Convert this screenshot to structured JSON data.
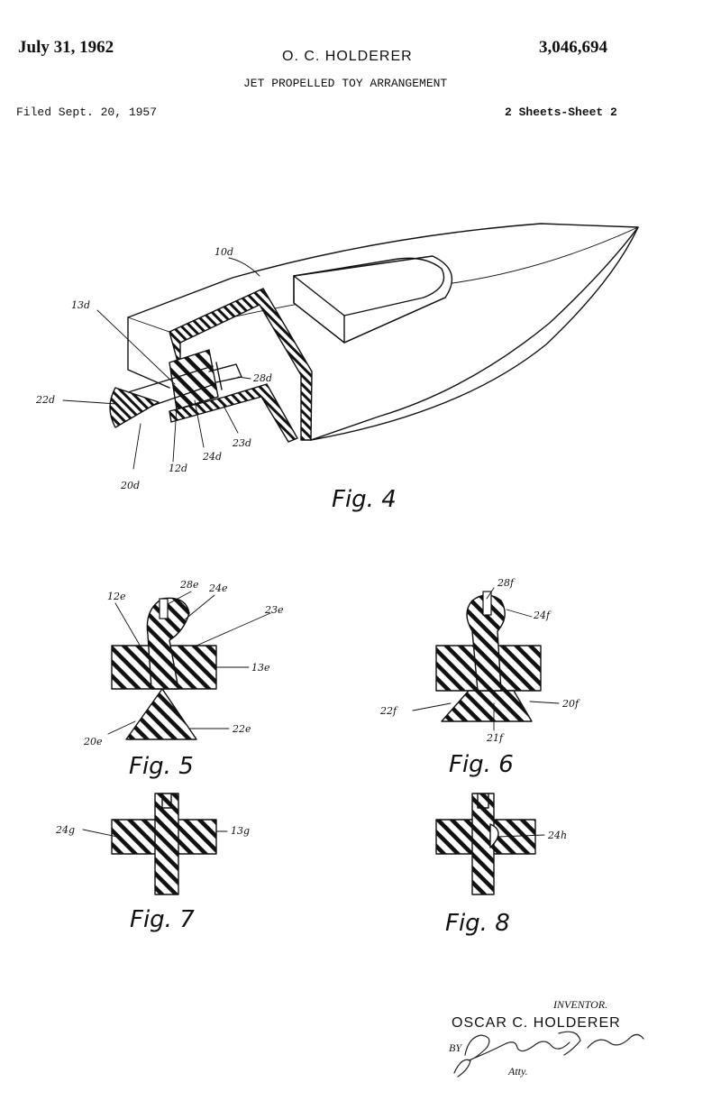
{
  "header": {
    "date": "July 31, 1962",
    "inventor_short": "O. C. HOLDERER",
    "patent_number": "3,046,694",
    "title": "JET PROPELLED TOY ARRANGEMENT",
    "filed": "Filed Sept. 20, 1957",
    "sheets": "2 Sheets-Sheet 2"
  },
  "figures": {
    "fig4": {
      "caption": "Fig. 4",
      "refs": {
        "r10d": "10d",
        "r13d": "13d",
        "r28d": "28d",
        "r22d": "22d",
        "r23d": "23d",
        "r24d": "24d",
        "r12d": "12d",
        "r20d": "20d"
      }
    },
    "fig5": {
      "caption": "Fig. 5",
      "refs": {
        "r28e": "28e",
        "r24e": "24e",
        "r23e": "23e",
        "r12e": "12e",
        "r13e": "13e",
        "r22e": "22e",
        "r20e": "20e"
      }
    },
    "fig6": {
      "caption": "Fig. 6",
      "refs": {
        "r28f": "28f",
        "r24f": "24f",
        "r22f": "22f",
        "r20f": "20f",
        "r21f": "21f"
      }
    },
    "fig7": {
      "caption": "Fig. 7",
      "refs": {
        "r24g": "24g",
        "r13g": "13g"
      }
    },
    "fig8": {
      "caption": "Fig. 8",
      "refs": {
        "r24h": "24h"
      }
    }
  },
  "inventor_block": {
    "label": "INVENTOR.",
    "name": "OSCAR C. HOLDERER",
    "by": "BY",
    "attorney": "Atty."
  }
}
